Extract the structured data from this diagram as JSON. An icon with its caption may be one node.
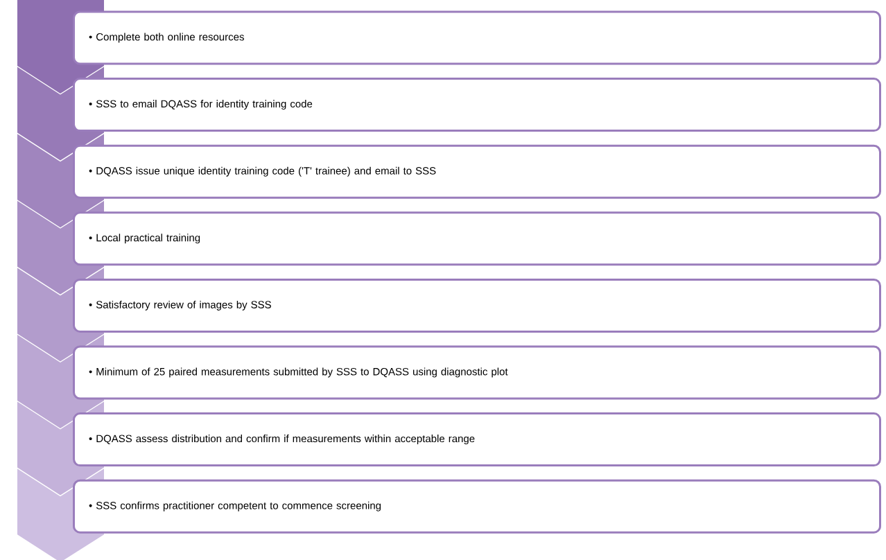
{
  "diagram": {
    "nodes": [
      {
        "text": [
          "• Complete both online resources"
        ]
      },
      {
        "text": [
          "• SSS to email DQASS for identity training code"
        ]
      },
      {
        "text": [
          "• DQASS issue unique identity training code ('T' trainee) and email to SSS"
        ]
      },
      {
        "text": [
          "• Local practical training"
        ]
      },
      {
        "text": [
          "• Satisfactory review of images by SSS"
        ]
      },
      {
        "text": [
          "• Minimum of 25 paired measurements submitted by SSS to DQASS using diagnostic plot"
        ]
      },
      {
        "text": [
          "• DQASS assess distribution and confirm if measurements within acceptable range"
        ]
      },
      {
        "text": [
          "• SSS confirms practitioner competent to commence screening"
        ]
      }
    ]
  }
}
